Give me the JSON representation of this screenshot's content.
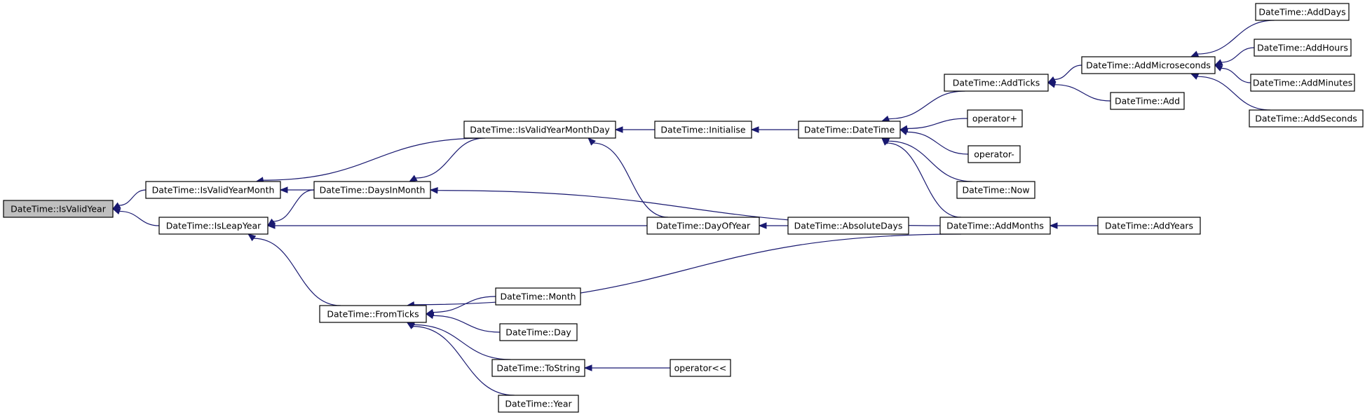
{
  "colors": {
    "edge": "#191970",
    "root_fill": "#bfbfbf",
    "node_fill": "#ffffff",
    "node_stroke": "#000000"
  },
  "nodes": {
    "isvalidyear": "DateTime::IsValidYear",
    "isvalidyearmonth": "DateTime::IsValidYearMonth",
    "isleapyear": "DateTime::IsLeapYear",
    "daysinmonth": "DateTime::DaysInMonth",
    "fromticks": "DateTime::FromTicks",
    "isvalidyearmonthday": "DateTime::IsValidYearMonthDay",
    "initialise": "DateTime::Initialise",
    "dayofyear": "DateTime::DayOfYear",
    "absolutedays": "DateTime::AbsoluteDays",
    "datetime": "DateTime::DateTime",
    "addticks": "DateTime::AddTicks",
    "operator_plus": "operator+",
    "operator_minus": "operator-",
    "now": "DateTime::Now",
    "addmonths": "DateTime::AddMonths",
    "addyears": "DateTime::AddYears",
    "addmicroseconds": "DateTime::AddMicroseconds",
    "add": "DateTime::Add",
    "adddays": "DateTime::AddDays",
    "addhours": "DateTime::AddHours",
    "addminutes": "DateTime::AddMinutes",
    "addseconds": "DateTime::AddSeconds",
    "month": "DateTime::Month",
    "day": "DateTime::Day",
    "tostring": "DateTime::ToString",
    "year": "DateTime::Year",
    "operator_shift": "operator<<"
  },
  "edges": [
    [
      "isvalidyearmonth",
      "isvalidyear"
    ],
    [
      "isleapyear",
      "isvalidyear"
    ],
    [
      "daysinmonth",
      "isvalidyearmonth"
    ],
    [
      "isvalidyearmonthday",
      "isvalidyearmonth"
    ],
    [
      "isvalidyearmonthday",
      "daysinmonth"
    ],
    [
      "addmonths",
      "daysinmonth"
    ],
    [
      "daysinmonth",
      "isleapyear"
    ],
    [
      "dayofyear",
      "isleapyear"
    ],
    [
      "fromticks",
      "isleapyear"
    ],
    [
      "initialise",
      "isvalidyearmonthday"
    ],
    [
      "dayofyear",
      "isvalidyearmonthday"
    ],
    [
      "datetime",
      "initialise"
    ],
    [
      "absolutedays",
      "dayofyear"
    ],
    [
      "addticks",
      "datetime"
    ],
    [
      "operator_plus",
      "datetime"
    ],
    [
      "operator_minus",
      "datetime"
    ],
    [
      "now",
      "datetime"
    ],
    [
      "addmonths",
      "datetime"
    ],
    [
      "addmicroseconds",
      "addticks"
    ],
    [
      "add",
      "addticks"
    ],
    [
      "adddays",
      "addmicroseconds"
    ],
    [
      "addhours",
      "addmicroseconds"
    ],
    [
      "addminutes",
      "addmicroseconds"
    ],
    [
      "addseconds",
      "addmicroseconds"
    ],
    [
      "addyears",
      "addmonths"
    ],
    [
      "addmonths",
      "fromticks"
    ],
    [
      "month",
      "fromticks"
    ],
    [
      "day",
      "fromticks"
    ],
    [
      "tostring",
      "fromticks"
    ],
    [
      "year",
      "fromticks"
    ],
    [
      "operator_shift",
      "tostring"
    ]
  ]
}
